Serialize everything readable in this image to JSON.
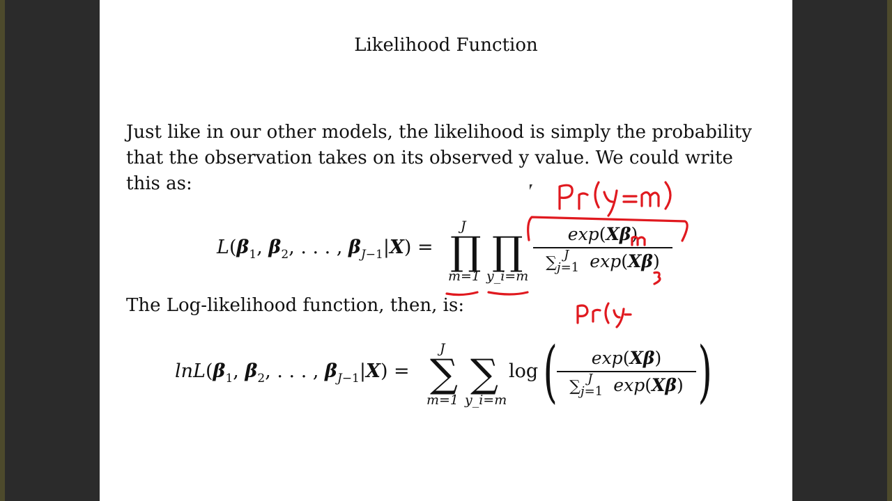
{
  "title": "Likelihood Function",
  "intro_text": "Just like in our other models, the likelihood is simply the probability that the observation takes on its observed y value. We could write this as:",
  "loglik_text": "The Log-likelihood function, then, is:",
  "eq1": {
    "lhs": "L(β₁, β₂, . . . , β_{J−1}|X) =",
    "prod1_upper": "J",
    "prod1_lower": "m=1",
    "prod2_lower": "y_i=m",
    "numerator": "exp(Xβ)",
    "denominator": "∑_{j=1}^{J} exp(Xβ)"
  },
  "eq2": {
    "lhs": "lnL(β₁, β₂, . . . , β_{J−1}|X) =",
    "sum1_upper": "J",
    "sum1_lower": "m=1",
    "sum2_lower": "y_i=m",
    "log": "log",
    "numerator": "exp(Xβ)",
    "denominator": "∑_{j=1}^{J} exp(Xβ)"
  },
  "annotations": {
    "ink_color": "#e0191f",
    "note1": "Pr(y=m)",
    "note2": "Pr(y-"
  }
}
